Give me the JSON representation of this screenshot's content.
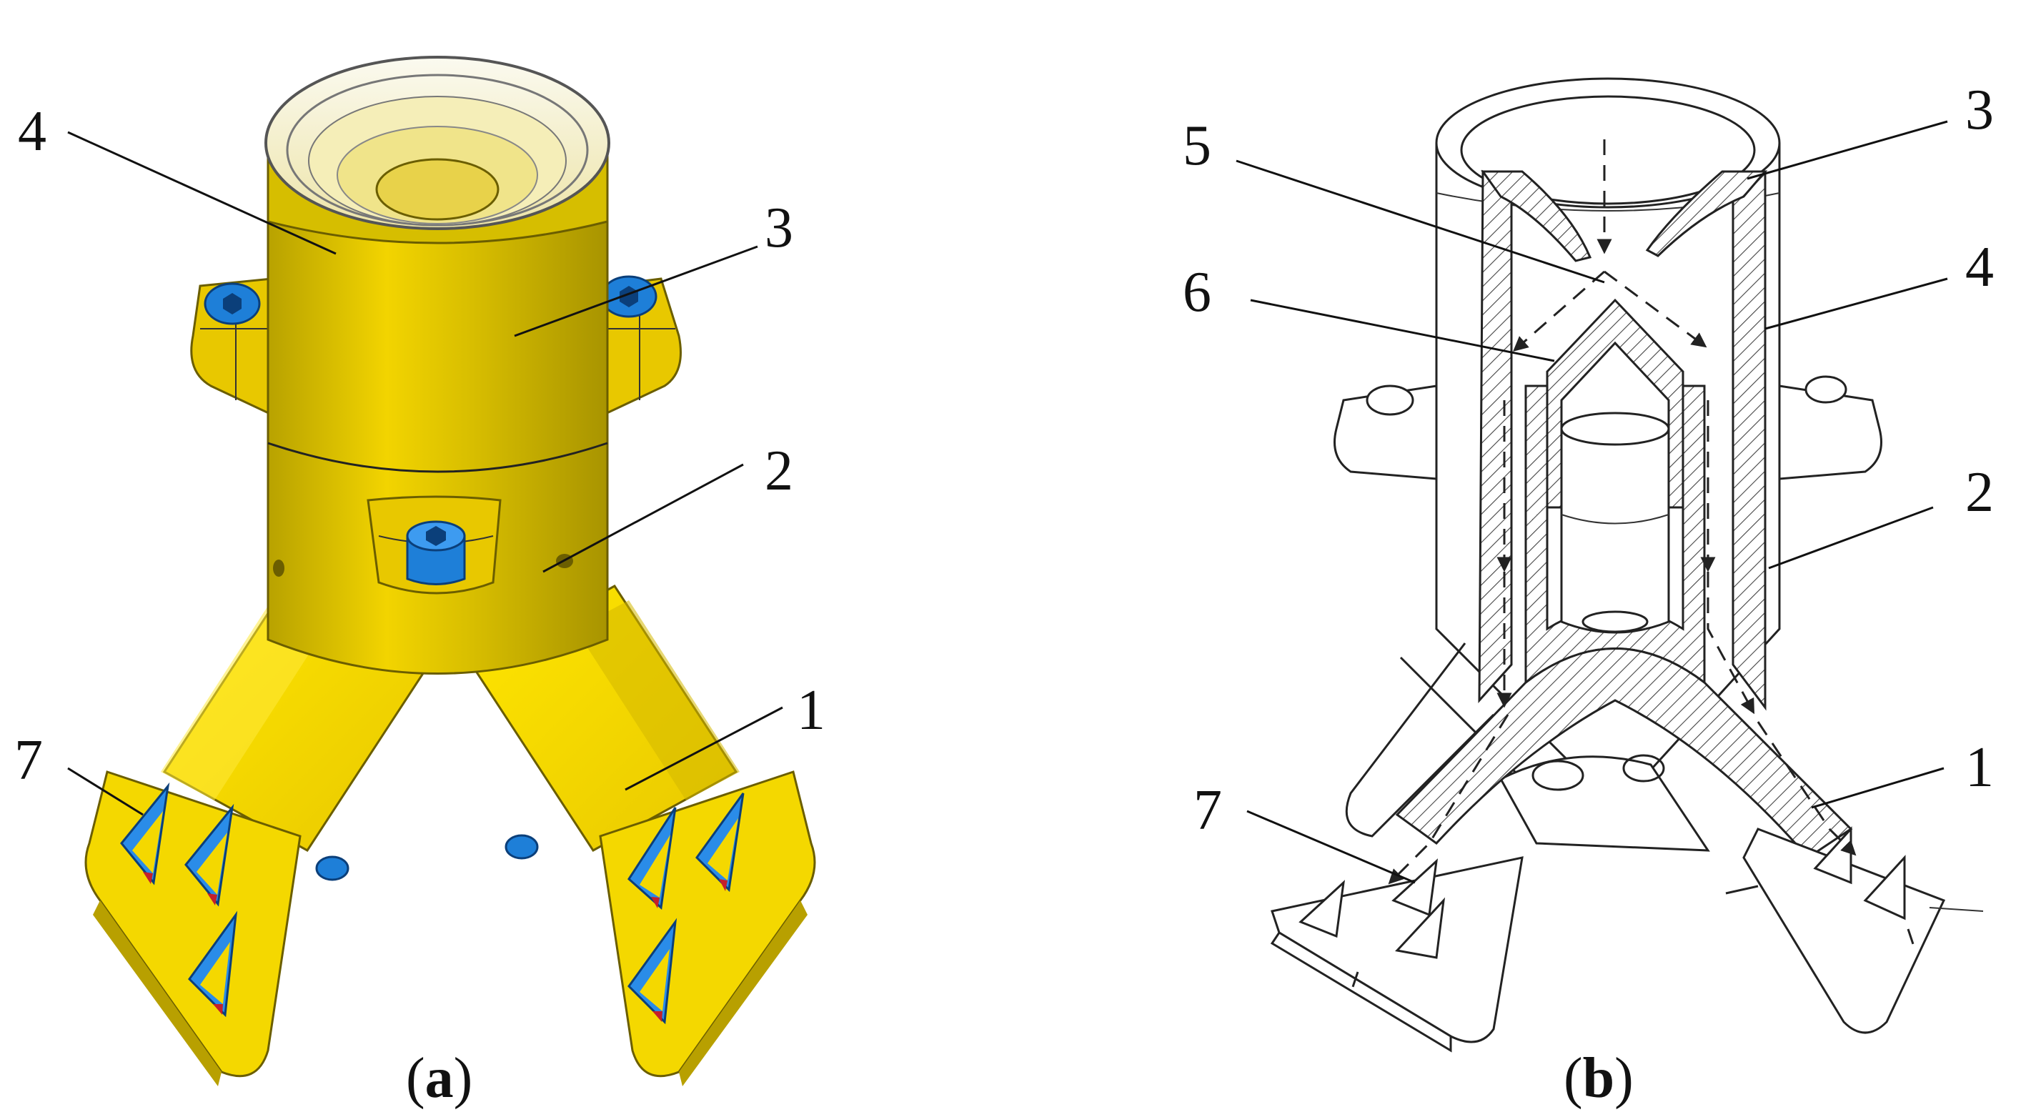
{
  "colors": {
    "body_yellow": "#F2D400",
    "body_shadow": "#B8A200",
    "body_highlight": "#FFF36A",
    "screw_blue": "#1E7FD8",
    "triangle_blue": "#2A8CE8",
    "triangle_red": "#C4202A",
    "cap_glass": "#F4F0C8",
    "line": "#222222"
  },
  "panel_a": {
    "caption_open": "(",
    "caption_letter": "a",
    "caption_close": ")",
    "callouts": {
      "c1": "1",
      "c2": "2",
      "c3": "3",
      "c4": "4",
      "c7": "7"
    }
  },
  "panel_b": {
    "caption_open": "(",
    "caption_letter": "b",
    "caption_close": ")",
    "callouts": {
      "c1": "1",
      "c2": "2",
      "c3": "3",
      "c4": "4",
      "c5": "5",
      "c6": "6",
      "c7": "7"
    }
  },
  "icons": {
    "screw": "hex-socket-screw-icon",
    "nozzle_marker": "triangle-marker-icon",
    "flow_arrow": "arrowhead-icon"
  }
}
